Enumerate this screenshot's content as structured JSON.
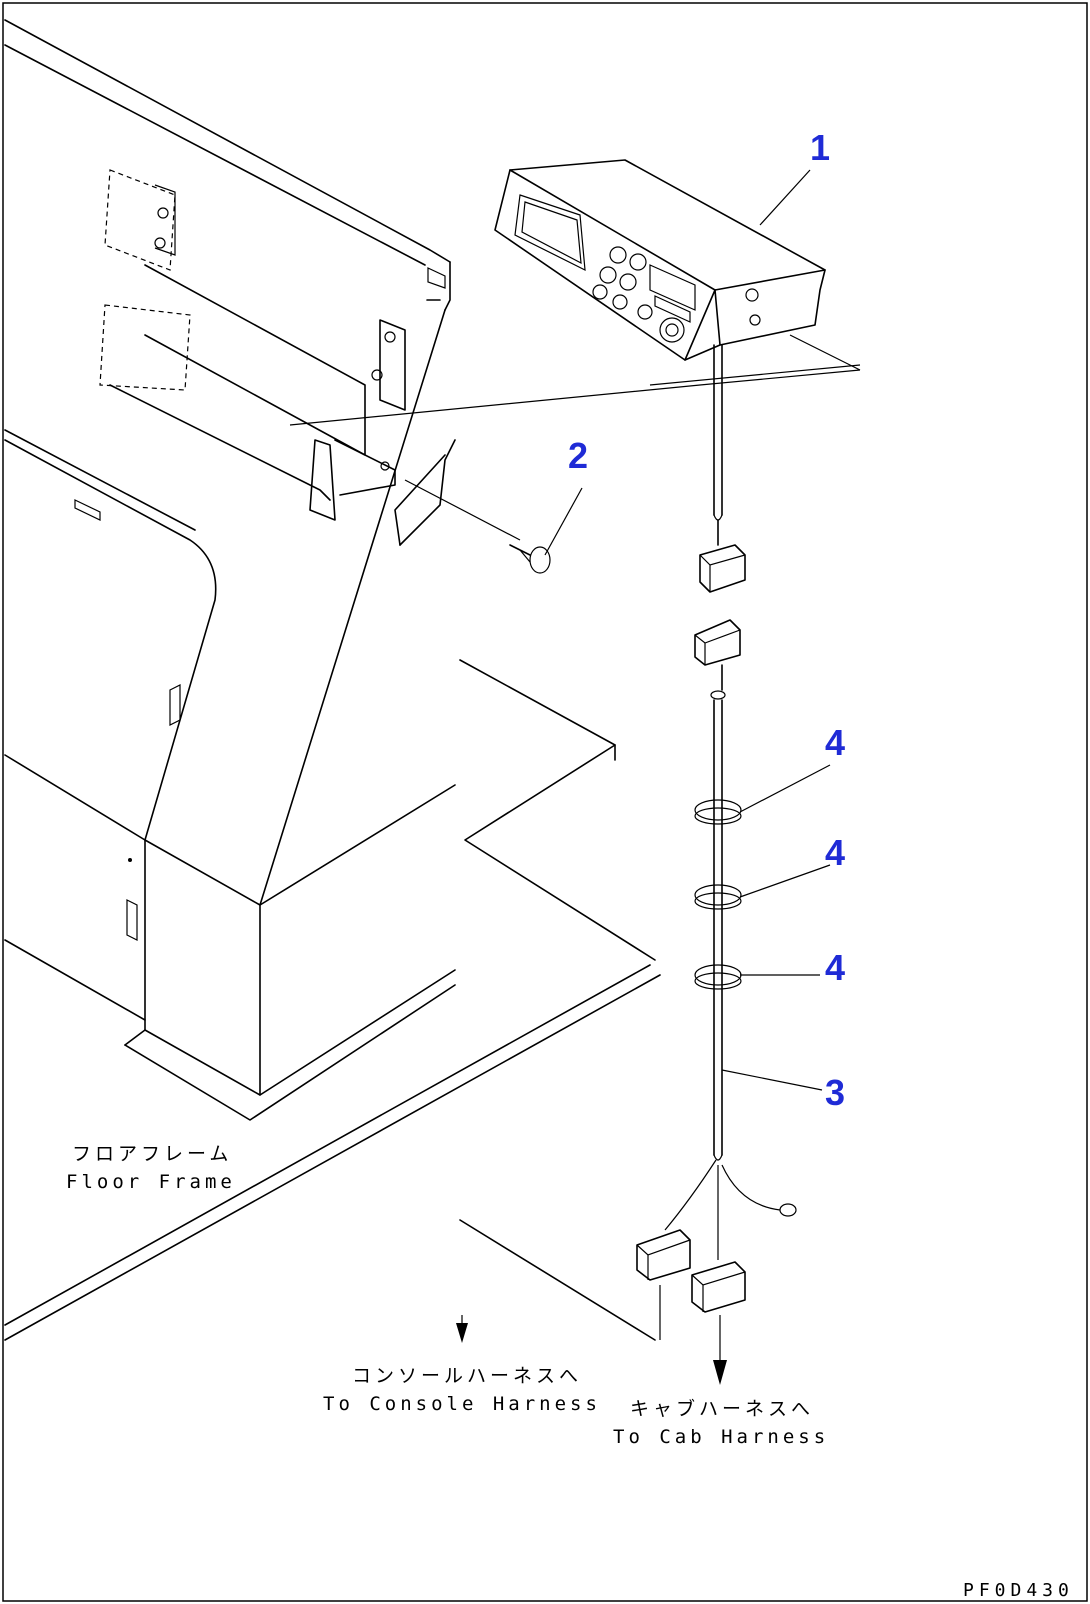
{
  "callouts": {
    "c1": "1",
    "c2": "2",
    "c3": "3",
    "c4a": "4",
    "c4b": "4",
    "c4c": "4"
  },
  "labels": {
    "floor_frame_jp": "フロアフレーム",
    "floor_frame_en": "Floor Frame",
    "console_harness_jp": "コンソールハーネスへ",
    "console_harness_en": "To Console Harness",
    "cab_harness_jp": "キャブハーネスへ",
    "cab_harness_en": "To Cab Harness"
  },
  "drawing_code": "PF0D430",
  "colors": {
    "callout": "#1f2bd6",
    "line": "#000000",
    "background": "#ffffff"
  }
}
